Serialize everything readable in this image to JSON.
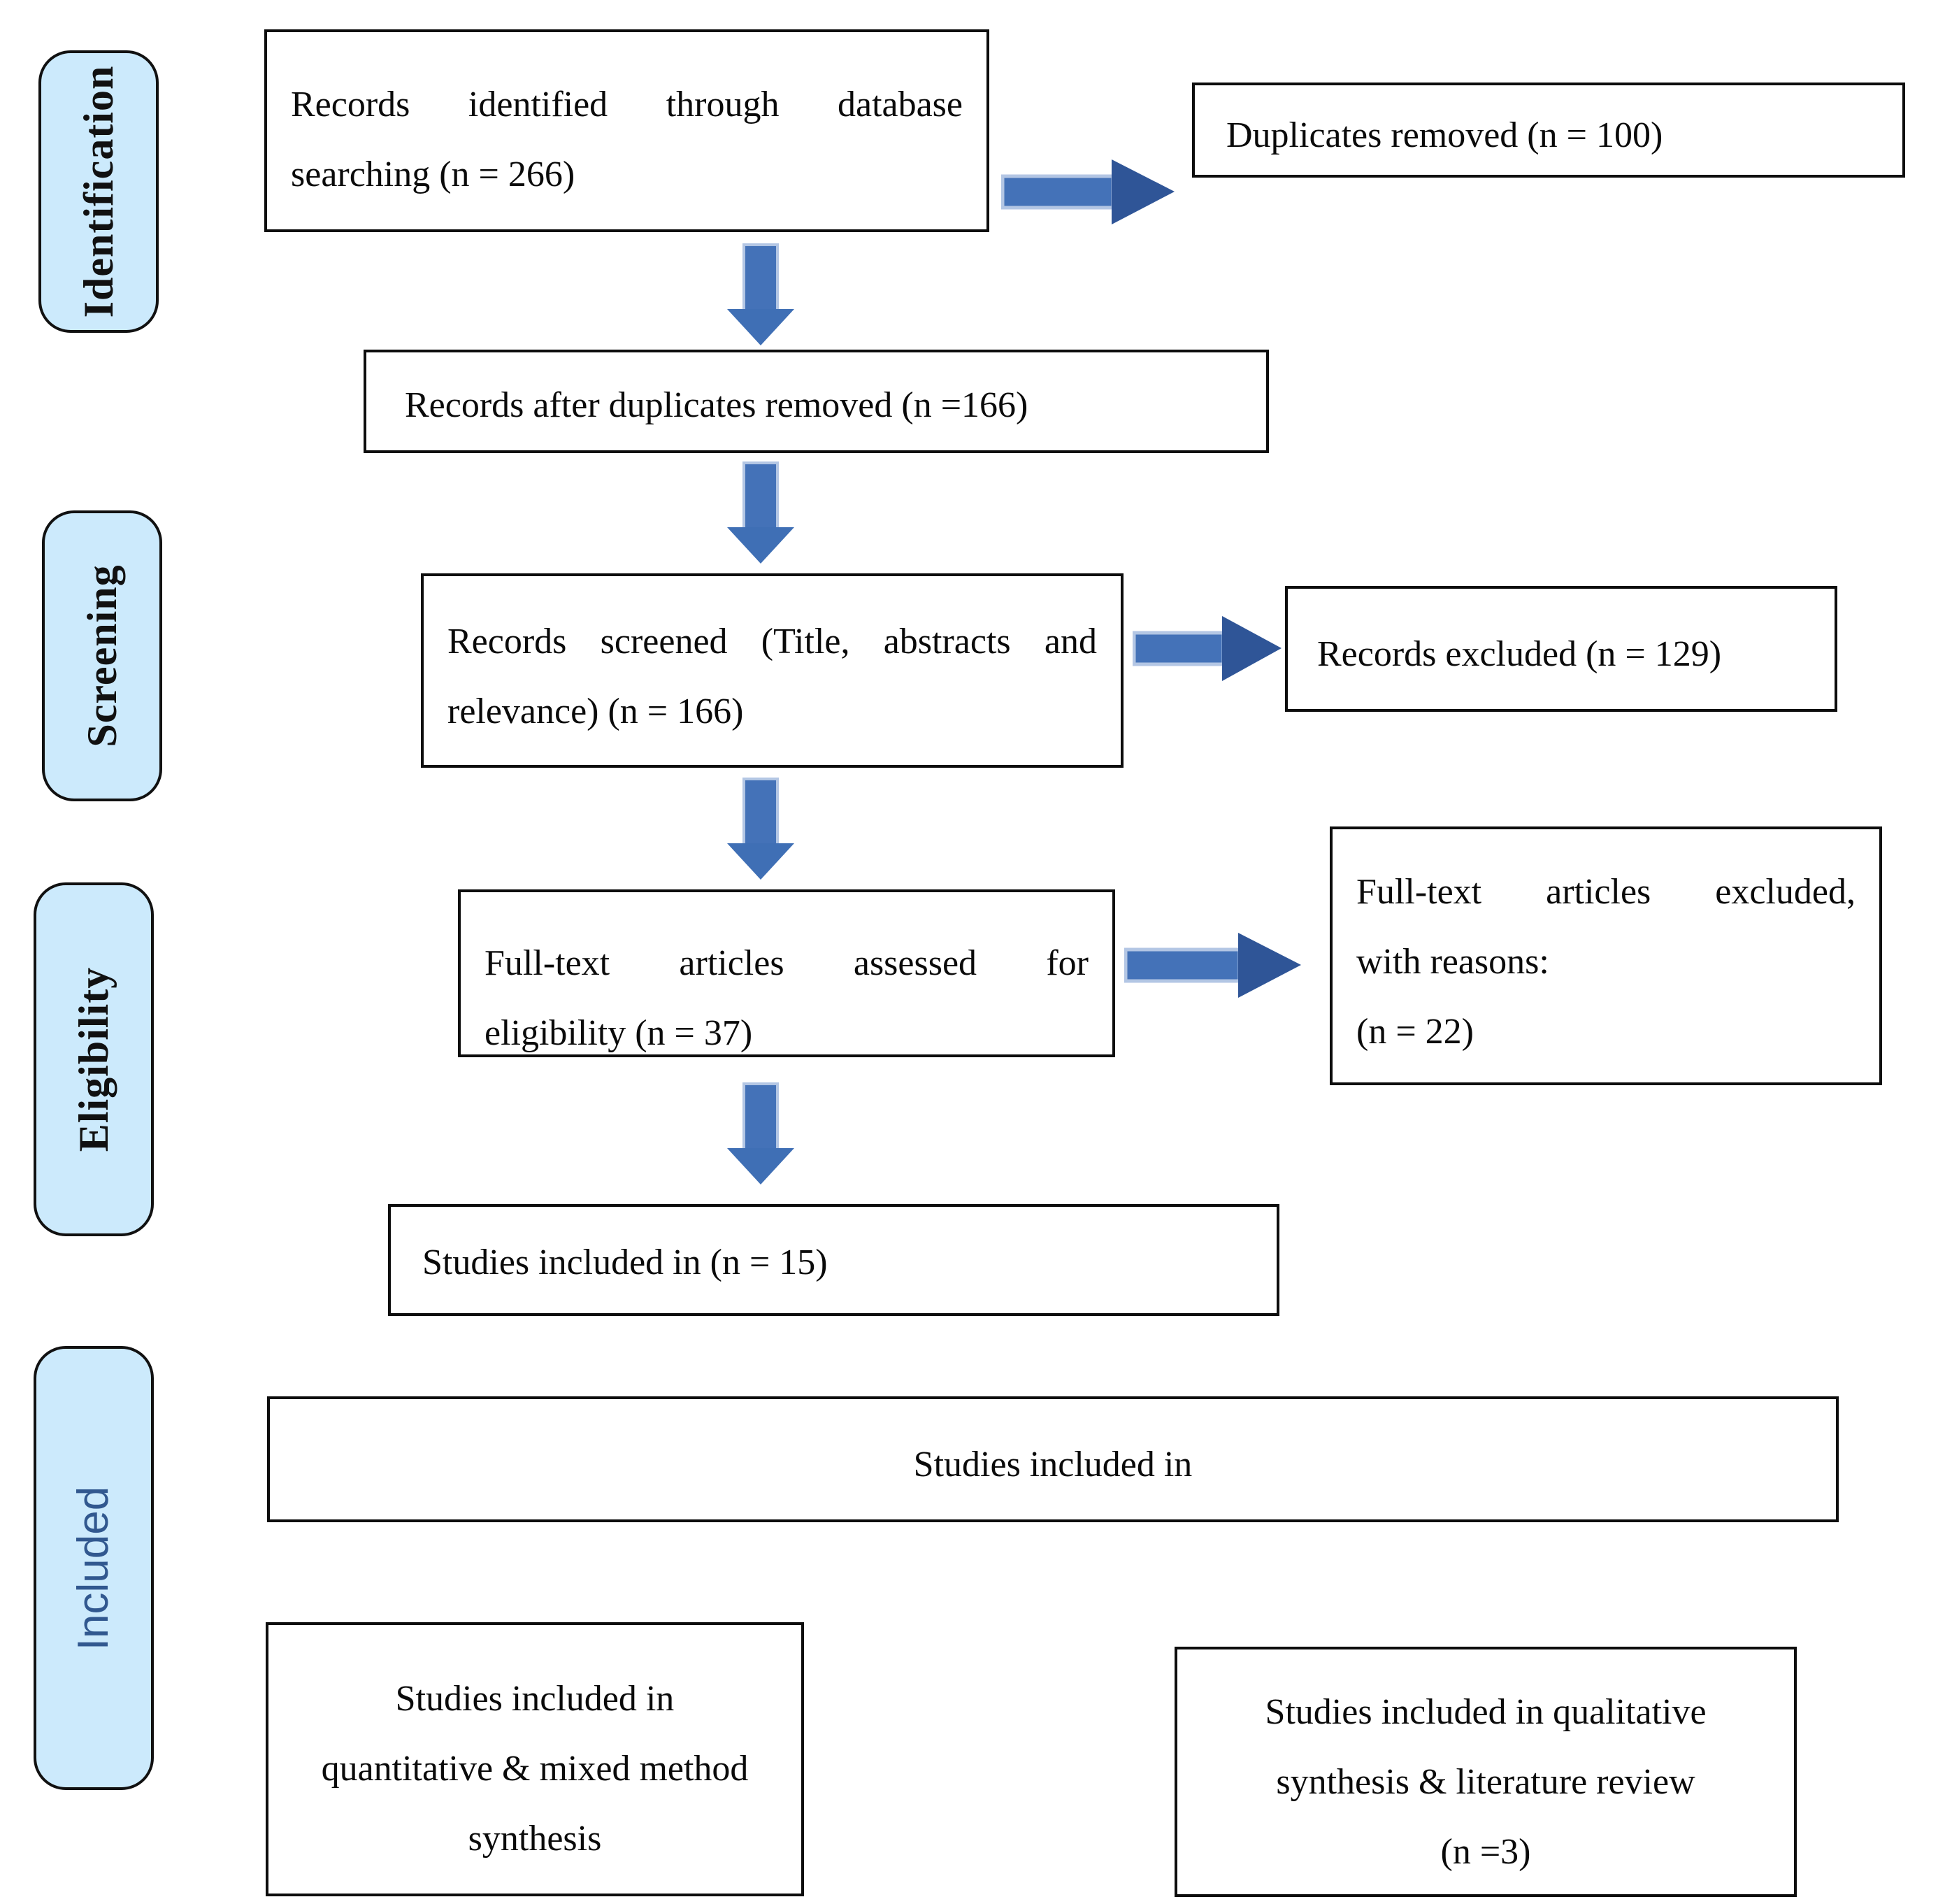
{
  "diagram": {
    "title": "PRISMA flow diagram",
    "colors": {
      "stage_pill_fill": "#CCEAFC",
      "stage_pill_border": "#111111",
      "box_border": "#0D0D0D",
      "arrow_blue": "#4472B8",
      "arrow_head_blue": "#2F5597",
      "included_label_blue": "#31588F"
    },
    "stages": [
      {
        "id": "identification",
        "label": "Identification"
      },
      {
        "id": "screening",
        "label": "Screening"
      },
      {
        "id": "eligibility",
        "label": "Eligibility"
      },
      {
        "id": "included",
        "label": "Included"
      }
    ],
    "nodes": {
      "records_identified": {
        "line1": "Records identified through database",
        "line2": "searching (n = 266)"
      },
      "duplicates_removed": {
        "line1": "Duplicates removed (n = 100)"
      },
      "records_after_duplicates": {
        "line1": "Records after duplicates removed (n =166)"
      },
      "records_screened": {
        "line1": "Records screened (Title, abstracts and",
        "line2": "relevance) (n = 166)"
      },
      "records_excluded": {
        "line1": "Records excluded (n = 129)"
      },
      "fulltext_assessed": {
        "line1": "Full-text articles assessed for",
        "line2": "eligibility (n = 37)"
      },
      "fulltext_excluded": {
        "line1": "Full-text articles excluded,",
        "line2": "with reasons:",
        "line3": " (n = 22)"
      },
      "studies_included_n15": {
        "line1": "Studies included in (n = 15)"
      },
      "studies_included_wide": {
        "line1": "Studies included in"
      },
      "quantitative_synthesis": {
        "line1": "Studies included in",
        "line2": "quantitative & mixed method",
        "line3": "synthesis"
      },
      "qualitative_synthesis": {
        "line1": "Studies included in qualitative",
        "line2": "synthesis & literature review",
        "line3": "(n =3)"
      }
    },
    "arrows": [
      {
        "id": "a1",
        "from": "records_identified",
        "to": "duplicates_removed",
        "direction": "right"
      },
      {
        "id": "a2",
        "from": "records_identified",
        "to": "records_after_duplicates",
        "direction": "down"
      },
      {
        "id": "a3",
        "from": "records_after_duplicates",
        "to": "records_screened",
        "direction": "down"
      },
      {
        "id": "a4",
        "from": "records_screened",
        "to": "records_excluded",
        "direction": "right"
      },
      {
        "id": "a5",
        "from": "records_screened",
        "to": "fulltext_assessed",
        "direction": "down"
      },
      {
        "id": "a6",
        "from": "fulltext_assessed",
        "to": "fulltext_excluded",
        "direction": "right"
      },
      {
        "id": "a7",
        "from": "fulltext_assessed",
        "to": "studies_included_n15",
        "direction": "down"
      }
    ]
  }
}
